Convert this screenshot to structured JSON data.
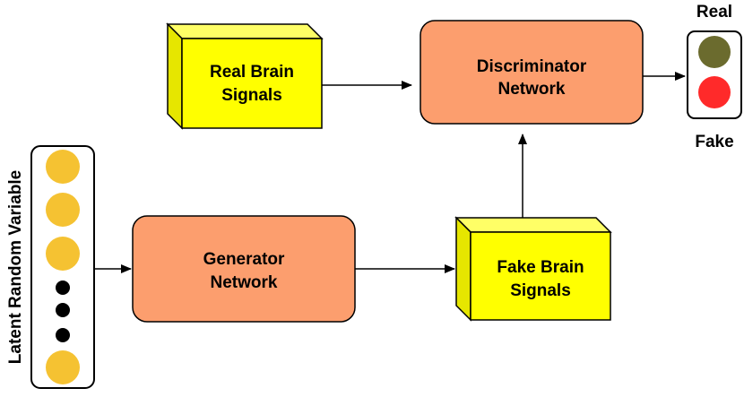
{
  "diagram": {
    "latent_label": "Latent Random Variable",
    "latent_sequence": [
      "yellow",
      "yellow",
      "yellow",
      "black",
      "black",
      "black",
      "yellow"
    ],
    "generator": {
      "line1": "Generator",
      "line2": "Network"
    },
    "discriminator": {
      "line1": "Discriminator",
      "line2": "Network"
    },
    "real_signals": {
      "line1": "Real Brain",
      "line2": "Signals"
    },
    "fake_signals": {
      "line1": "Fake Brain",
      "line2": "Signals"
    },
    "output": {
      "real_label": "Real",
      "fake_label": "Fake"
    },
    "colors": {
      "network_fill": "#FC9E6E",
      "signal_box_fill": "#FFFF00",
      "signal_box_side": "#E6E600",
      "latent_yellow": "#F5C232",
      "latent_black": "#000000",
      "real_light": "#6B6B2E",
      "fake_light": "#FF2A2A"
    }
  }
}
